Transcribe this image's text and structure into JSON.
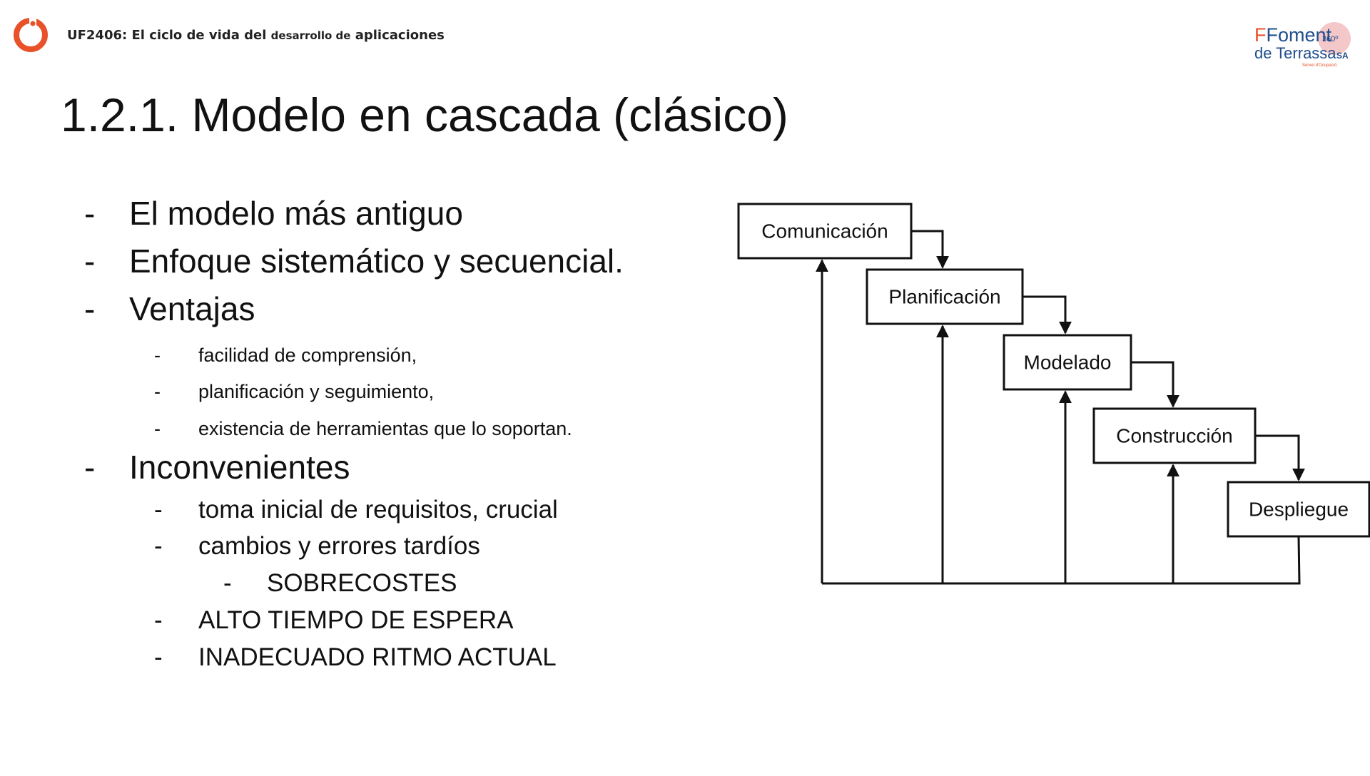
{
  "header": {
    "course_code": "UF2406:",
    "course_name_start": "El ciclo de vida del",
    "course_name_small": "desarrollo de",
    "course_name_end": "aplicaciones",
    "brand_line1": "Foment",
    "brand_badge": "360º",
    "brand_line2": "de Terrassa",
    "brand_suffix": "SA",
    "brand_tagline": "Servei d'Ocupació",
    "colors": {
      "accent": "#e8512a",
      "brand_blue": "#1f4e8c",
      "badge_pink": "#f4c7c9"
    }
  },
  "title": "1.2.1. Modelo en cascada (clásico)",
  "bullets": {
    "dash": "-",
    "b1": "El modelo más antiguo",
    "b2": "Enfoque sistemático y secuencial.",
    "b3": "Ventajas",
    "b3_sub": [
      "facilidad de comprensión,",
      "planificación y seguimiento,",
      "existencia de herramientas que lo soportan."
    ],
    "b4": "Inconvenientes",
    "b4_sub1": "toma inicial de requisitos, crucial",
    "b4_sub2": "cambios y errores tardíos",
    "b4_sub2_sub": "SOBRECOSTES",
    "b4_sub3": "ALTO TIEMPO DE ESPERA",
    "b4_sub4": "INADECUADO RITMO ACTUAL"
  },
  "diagram": {
    "stages": [
      "Comunicación",
      "Planificación",
      "Modelado",
      "Construcción",
      "Despliegue"
    ]
  }
}
